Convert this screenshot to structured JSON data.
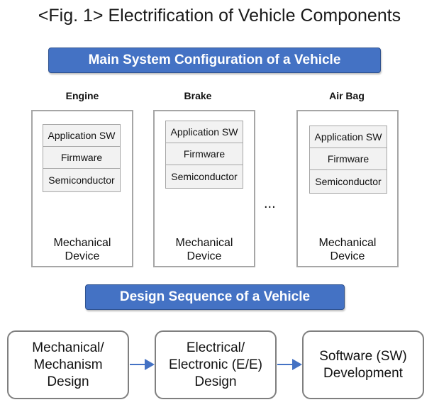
{
  "figure_title": "<Fig. 1> Electrification of Vehicle Components",
  "config_banner": "Main System Configuration of a Vehicle",
  "components": [
    {
      "name": "Engine",
      "layers": [
        "Application SW",
        "Firmware",
        "Semiconductor"
      ],
      "device": "Mechanical\nDevice"
    },
    {
      "name": "Brake",
      "layers": [
        "Application SW",
        "Firmware",
        "Semiconductor"
      ],
      "device": "Mechanical\nDevice"
    },
    {
      "name": "Air Bag",
      "layers": [
        "Application SW",
        "Firmware",
        "Semiconductor"
      ],
      "device": "Mechanical\nDevice"
    }
  ],
  "ellipsis": "...",
  "sequence_banner": "Design Sequence of a Vehicle",
  "steps": [
    {
      "label": "Mechanical/\nMechanism\nDesign"
    },
    {
      "label": "Electrical/\nElectronic (E/E)\nDesign"
    },
    {
      "label": "Software (SW)\nDevelopment"
    }
  ],
  "colors": {
    "banner": "#4472c4",
    "arrow": "#4472c4",
    "border": "#a6a6a6",
    "stack_fill": "#f2f2f2"
  }
}
